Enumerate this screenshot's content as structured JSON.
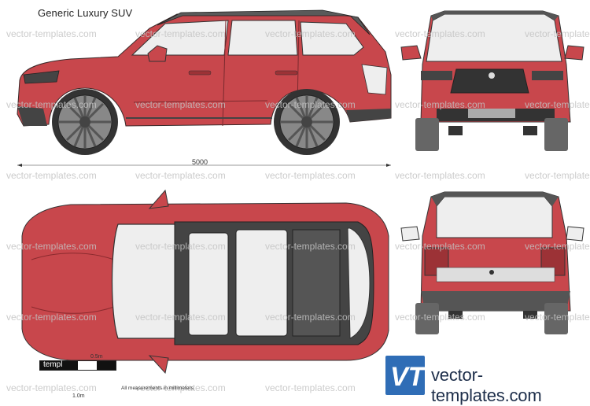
{
  "page": {
    "title": "Generic Luxury SUV",
    "dimension_length": "5000"
  },
  "watermark": {
    "text": "vector-templates.com"
  },
  "brand": {
    "logo_letters": "VT",
    "site": "vector-templates.com",
    "logo_color": "#2f6db6"
  },
  "scale": {
    "half_label": "0.5m",
    "full_label": "1.0m",
    "block_text": "templ",
    "note": "All measurements in millimeters."
  },
  "colors": {
    "body": "#c8474c",
    "body_dark": "#9c3236",
    "glass": "#eeeeee",
    "trim": "#555555",
    "tire": "#666666"
  },
  "views": [
    "side-view",
    "front-view",
    "top-view",
    "rear-view"
  ]
}
